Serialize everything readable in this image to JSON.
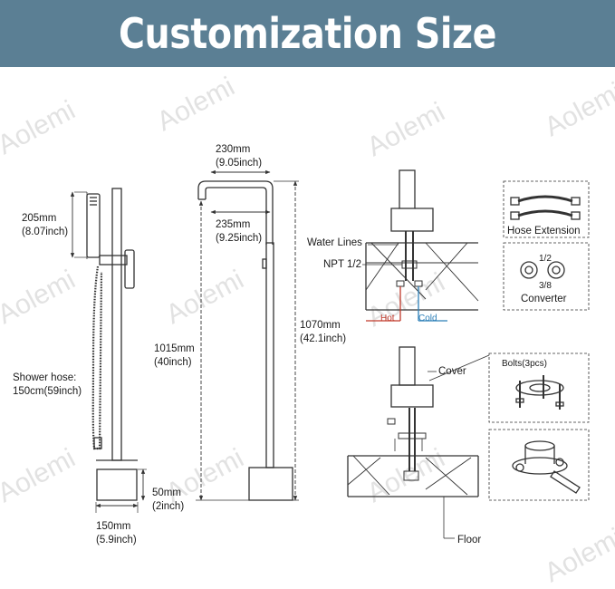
{
  "header": {
    "title": "Customization Size"
  },
  "watermark": {
    "text": "Aolemi"
  },
  "dimensions": {
    "handshower_height_mm": "205mm",
    "handshower_height_in": "(8.07inch)",
    "hose_label": "Shower hose:",
    "hose_length": "150cm(59inch)",
    "base_height_mm": "50mm",
    "base_height_in": "(2inch)",
    "base_width_mm": "150mm",
    "base_width_in": "(5.9inch)",
    "spout_width_mm": "230mm",
    "spout_width_in": "(9.05inch)",
    "spout_reach_mm": "235mm",
    "spout_reach_in": "(9.25inch)",
    "column_height_mm": "1015mm",
    "column_height_in": "(40inch)",
    "total_height_mm": "1070mm",
    "total_height_in": "(42.1inch)"
  },
  "installation": {
    "water_lines": "Water Lines",
    "npt": "NPT 1/2",
    "hot": "Hot",
    "cold": "Cold",
    "hose_extension": "Hose Extension",
    "converter_top": "1/2",
    "converter_bottom": "3/8",
    "converter": "Converter",
    "cover": "Cover",
    "bolts": "Bolts(3pcs)",
    "floor": "Floor"
  },
  "colors": {
    "banner": "#5b7f94",
    "hot": "#c0392b",
    "cold": "#2c7fb8",
    "line": "#333333"
  }
}
